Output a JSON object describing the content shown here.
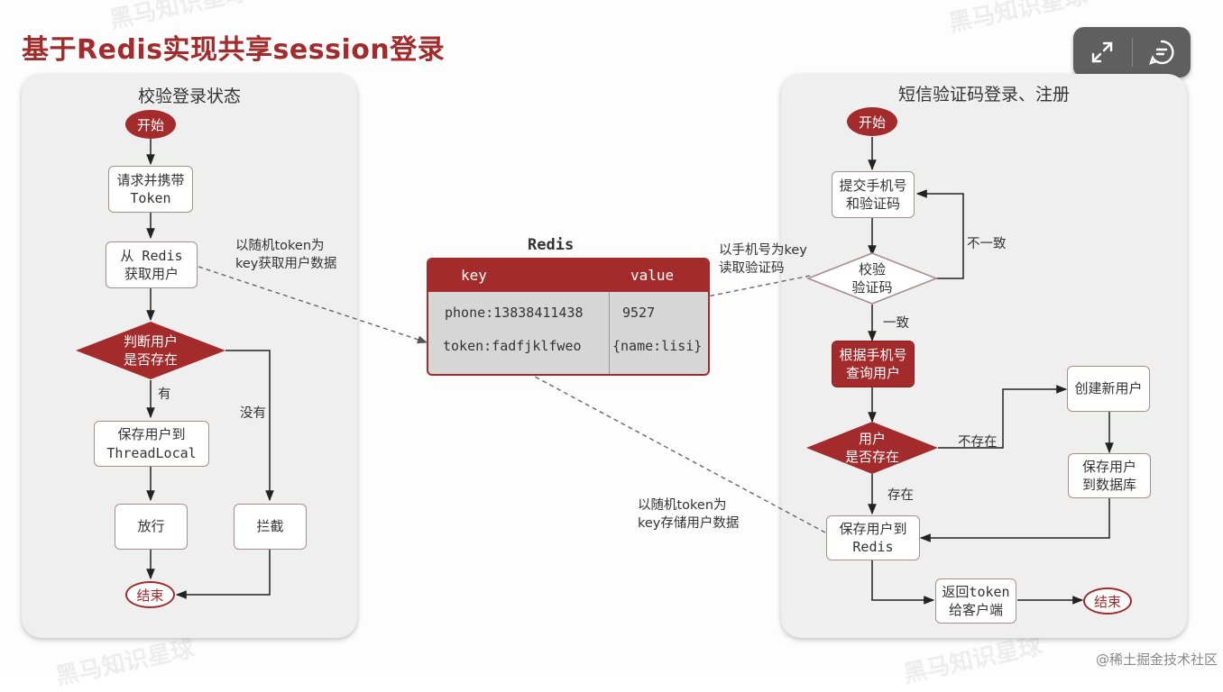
{
  "title": "基于Redis实现共享session登录",
  "watermarks": [
    "黑马知识星球",
    "黑马知识星球",
    "黑马知识星球",
    "黑马知识星球"
  ],
  "credit": "@稀土掘金技术社区",
  "toolbar": {
    "expand_icon": "expand-icon",
    "comment_icon": "comment-icon"
  },
  "left": {
    "title": "校验登录状态",
    "start": "开始",
    "step_request": "请求并携带\nToken",
    "step_get_user": "从 Redis\n获取用户",
    "decision": "判断用户\n是否存在",
    "label_yes": "有",
    "label_no": "没有",
    "step_save": "保存用户到\nThreadLocal",
    "step_pass": "放行",
    "step_block": "拦截",
    "end": "结束"
  },
  "annotations": {
    "fetch": "以随机token为\nkey获取用户数据",
    "read_code": "以手机号为key\n读取验证码",
    "store": "以随机token为\nkey存储用户数据"
  },
  "redis": {
    "title": "Redis",
    "columns": [
      "key",
      "value"
    ],
    "rows": [
      {
        "key": "phone:13838411438",
        "value": "9527"
      },
      {
        "key": "token:fadfjklfweo",
        "value": "{name:lisi}"
      }
    ]
  },
  "right": {
    "title": "短信验证码登录、注册",
    "start": "开始",
    "step_submit": "提交手机号\n和验证码",
    "decision_verify": "校验\n验证码",
    "label_mismatch": "不一致",
    "label_match": "一致",
    "step_query": "根据手机号\n查询用户",
    "decision_exists": "用户\n是否存在",
    "label_not_exist": "不存在",
    "label_exist": "存在",
    "step_create": "创建新用户",
    "step_save_db": "保存用户\n到数据库",
    "step_save_redis": "保存用户到\nRedis",
    "step_return": "返回token\n给客户端",
    "end": "结束"
  },
  "colors": {
    "accent": "#a32b2b",
    "panel": "#efefef",
    "box_border": "#a98d8d"
  }
}
